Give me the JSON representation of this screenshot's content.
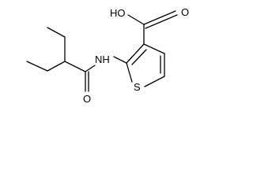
{
  "molecule": {
    "atoms": {
      "carboxyl_oh": "HO",
      "amide_nh": "NH",
      "amide_o": "O",
      "ring_s": "S",
      "carboxyl_o": "O"
    }
  },
  "colors": {
    "bond": "#000000",
    "label": "#000000",
    "background": "#ffffff"
  }
}
